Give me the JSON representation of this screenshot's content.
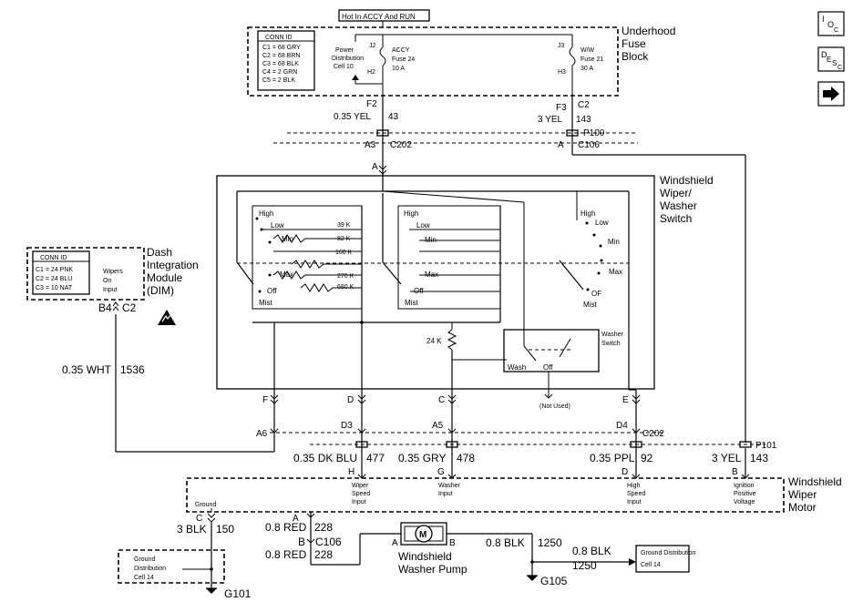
{
  "fuse_block": {
    "hot_label": "Hot In ACCY And RUN",
    "title_line1": "Underhood",
    "title_line2": "Fuse",
    "title_line3": "Block",
    "conn_title": "CONN ID",
    "conn_rows": [
      "C1 = 68 GRY",
      "C2 = 68 BRN",
      "C3 = 68 BLK",
      "C4 = 2 GRN",
      "C5 = 2 BLK"
    ],
    "power_dist_1": "Power",
    "power_dist_2": "Distribution",
    "power_dist_3": "Cell 10",
    "j2": "J2",
    "h2": "H2",
    "accy_1": "ACCY",
    "accy_2": "Fuse 24",
    "accy_3": "10 A",
    "j3": "J3",
    "h3": "H3",
    "ww_1": "W/W",
    "ww_2": "Fuse 21",
    "ww_3": "30 A"
  },
  "upper_wires": {
    "f2": "F2",
    "f3": "F3",
    "c2": "C2",
    "w1_gauge": "0.35 YEL",
    "w1_circuit": "43",
    "w2_gauge": "3 YEL",
    "w2_circuit": "143",
    "p100": "P100",
    "a3": "A3",
    "c202": "C202",
    "a_c106": "A",
    "c106": "C106",
    "a_switch": "A"
  },
  "switch": {
    "title_1": "Windshield",
    "title_2": "Wiper/",
    "title_3": "Washer",
    "title_4": "Switch",
    "left_positions": [
      "High",
      "Low",
      "Min",
      "Max",
      "Off",
      "Mist"
    ],
    "resistors": [
      "39 K",
      "82 K",
      "160 K",
      "270 K",
      "680 K"
    ],
    "mid_positions": [
      "High",
      "Low",
      "Min",
      "Max",
      "Off",
      "Mist"
    ],
    "right_positions": [
      "High",
      "Low",
      "Min",
      "Max",
      "OF",
      "Mist"
    ],
    "r24k": "24 K",
    "washer_switch_1": "Washer",
    "washer_switch_2": "Switch",
    "wash": "Wash",
    "off": "Off",
    "not_used": "(Not Used)",
    "pins": [
      "F",
      "D",
      "C",
      "E"
    ]
  },
  "dim": {
    "title_1": "Dash",
    "title_2": "Integration",
    "title_3": "Module",
    "title_4": "(DIM)",
    "conn_title": "CONN ID",
    "conn_rows": [
      "C1 = 24 PNK",
      "C2 = 24 BLU",
      "C3 = 10 NAT"
    ],
    "input_1": "Wipers",
    "input_2": "On",
    "input_3": "Input",
    "pin": "B4",
    "conn": "C2",
    "wire_gauge": "0.35 WHT",
    "wire_circuit": "1536"
  },
  "lower_conn": {
    "a6": "A6",
    "d3": "D3",
    "a5": "A5",
    "d4": "D4",
    "c202": "C202",
    "p101": "P101",
    "w_blu_gauge": "0.35 DK BLU",
    "w_blu_circuit": "477",
    "w_gry_gauge": "0.35 GRY",
    "w_gry_circuit": "478",
    "w_ppl_gauge": "0.35 PPL",
    "w_ppl_circuit": "92",
    "w_yel_gauge": "3 YEL",
    "w_yel_circuit": "143"
  },
  "motor": {
    "title_1": "Windshield",
    "title_2": "Wiper",
    "title_3": "Motor",
    "ground": "Ground",
    "pins": [
      "C",
      "H",
      "G",
      "D",
      "B"
    ],
    "inputs": [
      [
        "Wiper",
        "Speed",
        "Input"
      ],
      [
        "Washer",
        "Input"
      ],
      [
        "High",
        "Speed",
        "Input"
      ],
      [
        "Ignition",
        "Positive",
        "Voltage"
      ]
    ]
  },
  "pump": {
    "title_1": "Windshield",
    "title_2": "Washer Pump",
    "motor_symbol": "M",
    "pin_a": "A",
    "pin_b": "B",
    "a_top": "A",
    "b_mid": "B",
    "c106": "C106",
    "w1_gauge": "0.8 RED",
    "w1_circuit": "228",
    "w2_gauge": "0.8 RED",
    "w2_circuit": "228",
    "w_blk_gauge": "0.8 BLK",
    "w_blk_circuit": "1250",
    "w_blk2_gauge": "0.8 BLK",
    "w_blk2_circuit": "1250",
    "g105": "G105"
  },
  "ground": {
    "pin": "C",
    "gauge": "3 BLK",
    "circuit": "150",
    "cell_1": "Ground",
    "cell_2": "Distribution",
    "cell_3": "Cell 14",
    "g101": "G101",
    "right_cell_1": "Ground Distribution",
    "right_cell_2": "Cell 14"
  },
  "nav": {
    "btn1_label": "OC",
    "btn2_label": "DESC",
    "btn3_icon": "arrow-right-icon"
  }
}
